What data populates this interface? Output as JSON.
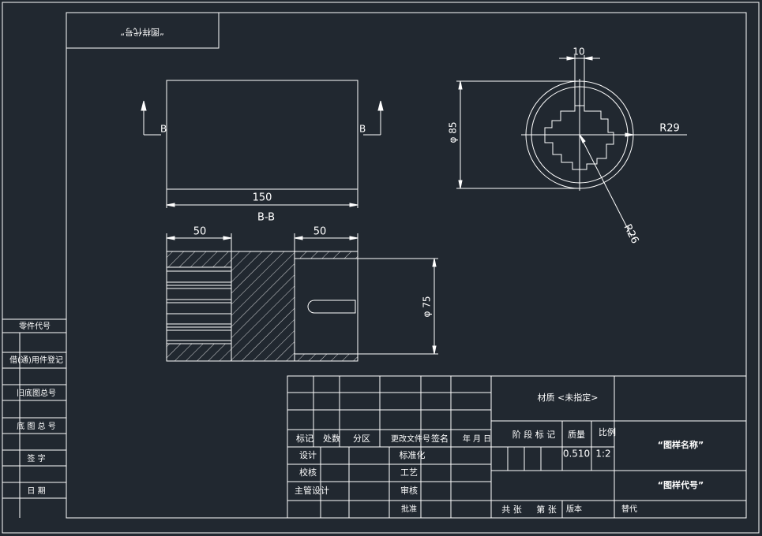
{
  "colors": {
    "background": "#212830",
    "line": "#ffffff"
  },
  "top_left_box": {
    "text": "“图样代号”"
  },
  "left_strip": {
    "labels": [
      "零件代号",
      "借(通)用件登记",
      "旧底图总号",
      "底 图 总 号",
      "签    字",
      "日    期"
    ]
  },
  "front_view": {
    "section_label_left": "B",
    "section_label_right": "B",
    "width_dim": "150",
    "section_title": "B-B"
  },
  "section_view": {
    "left_dim": "50",
    "right_dim": "50",
    "diameter_dim": "φ 75"
  },
  "end_view": {
    "key_width_dim": "10",
    "diameter_dim": "φ 85",
    "radius_outer": "R29",
    "radius_inner": "R26"
  },
  "title_block": {
    "header_row": [
      "标记",
      "处数",
      "分区",
      "更改文件号",
      "签名",
      "年 月 日"
    ],
    "role_labels": [
      "设计",
      "校核",
      "主管设计"
    ],
    "middle_labels": [
      "标准化",
      "工艺",
      "审核",
      "批准"
    ],
    "material": "材质 <未指定>",
    "stage_mark": "阶 段 标 记",
    "mass_label": "质量",
    "scale_label": "比例",
    "mass_value": "0.510",
    "scale_value": "1:2",
    "drawing_name": "“图样名称”",
    "drawing_code": "“图样代号”",
    "sheets_total": "共  张",
    "sheet_no": "第  张",
    "version": "版本",
    "replace": "替代"
  }
}
